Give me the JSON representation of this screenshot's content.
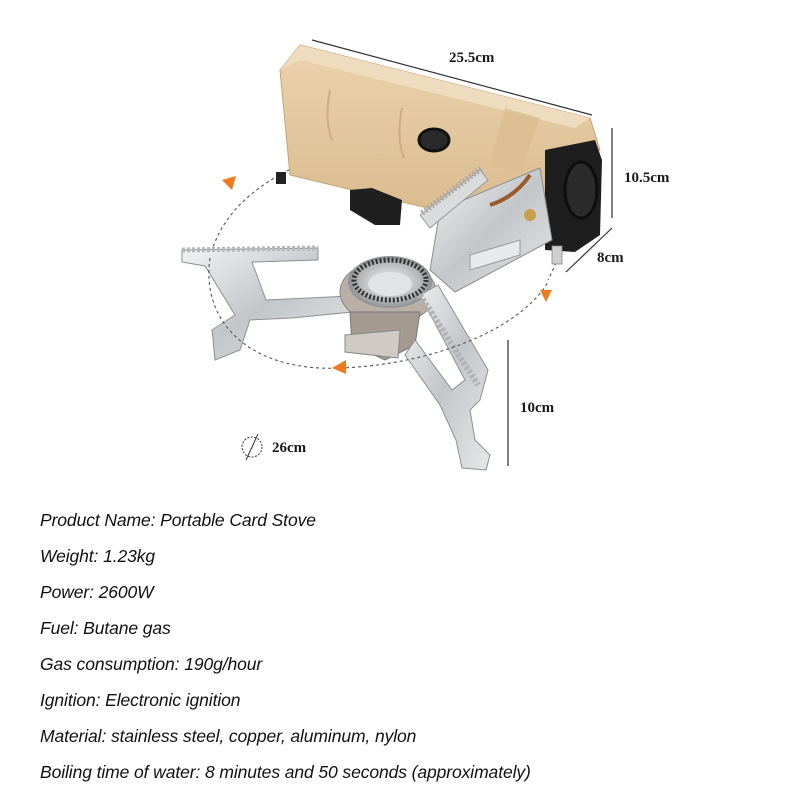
{
  "product_image": {
    "alt_subject": "portable-card-stove",
    "colors": {
      "body_tan": "#E4C9A0",
      "body_shadow": "#C9AA7C",
      "regulator_black": "#1E1E1E",
      "steel": "#C8CACC",
      "arrow_orange": "#F07A1E",
      "dimension_line": "#333333"
    },
    "dimensions": {
      "length": "25.5cm",
      "height": "10.5cm",
      "depth": "8cm",
      "leg_height": "10cm",
      "diameter": "26cm"
    }
  },
  "specs": [
    {
      "label": "Product Name",
      "value": "Portable Card Stove",
      "text": "Product Name: Portable Card Stove"
    },
    {
      "label": "Weight",
      "value": "1.23kg",
      "text": "Weight: 1.23kg"
    },
    {
      "label": "Power",
      "value": "2600W",
      "text": "Power: 2600W"
    },
    {
      "label": "Fuel",
      "value": "Butane gas",
      "text": "Fuel: Butane gas"
    },
    {
      "label": "Gas consumption",
      "value": "190g/hour",
      "text": "Gas consumption: 190g/hour"
    },
    {
      "label": "Ignition",
      "value": "Electronic ignition",
      "text": "Ignition: Electronic ignition"
    },
    {
      "label": "Material",
      "value": "stainless steel, copper, aluminum, nylon",
      "text": "Material: stainless steel, copper, aluminum, nylon"
    },
    {
      "label": "Boiling time of water",
      "value": "8 minutes and 50 seconds (approximately)",
      "text": "Boiling time of water: 8 minutes and 50 seconds (approximately)"
    }
  ]
}
